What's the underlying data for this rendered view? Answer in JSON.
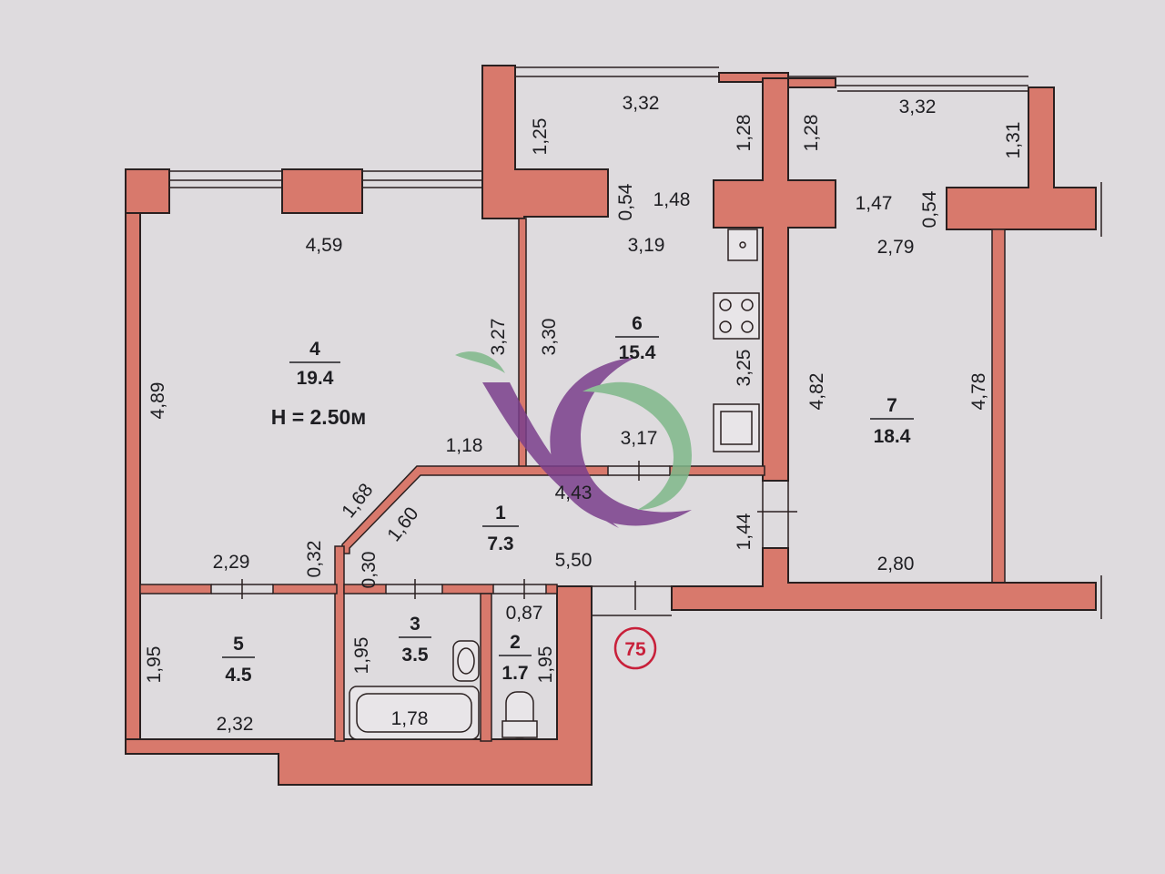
{
  "rooms": [
    {
      "number": "1",
      "area": "7.3"
    },
    {
      "number": "2",
      "area": "1.7"
    },
    {
      "number": "3",
      "area": "3.5"
    },
    {
      "number": "4",
      "area": "19.4"
    },
    {
      "number": "5",
      "area": "4.5"
    },
    {
      "number": "6",
      "area": "15.4"
    },
    {
      "number": "7",
      "area": "18.4"
    }
  ],
  "ceiling_height": "H = 2.50м",
  "unit_badge": "75",
  "dims": {
    "d0": "3,32",
    "d1": "1,25",
    "d2": "1,28",
    "d3": "1,28",
    "d4": "3,32",
    "d5": "1,31",
    "d6": "0,54",
    "d7": "1,48",
    "d8": "1,47",
    "d9": "0,54",
    "d10": "4,59",
    "d11": "3,19",
    "d12": "2,79",
    "d13": "3,27",
    "d14": "3,30",
    "d15": "3,25",
    "d16": "4,89",
    "d17": "4,82",
    "d18": "4,78",
    "d19": "1,18",
    "d20": "3,17",
    "d21": "1,68",
    "d22": "1,60",
    "d23": "4,43",
    "d24": "0,32",
    "d25": "0,30",
    "d26": "2,29",
    "d27": "5,50",
    "d28": "1,44",
    "d29": "2,80",
    "d30": "0,87",
    "d31": "1,95",
    "d32": "1,95",
    "d33": "1,95",
    "d34": "2,32",
    "d35": "1,78"
  },
  "watermark_colors": {
    "green": "#7fb88a",
    "purple": "#7b3f8c"
  }
}
